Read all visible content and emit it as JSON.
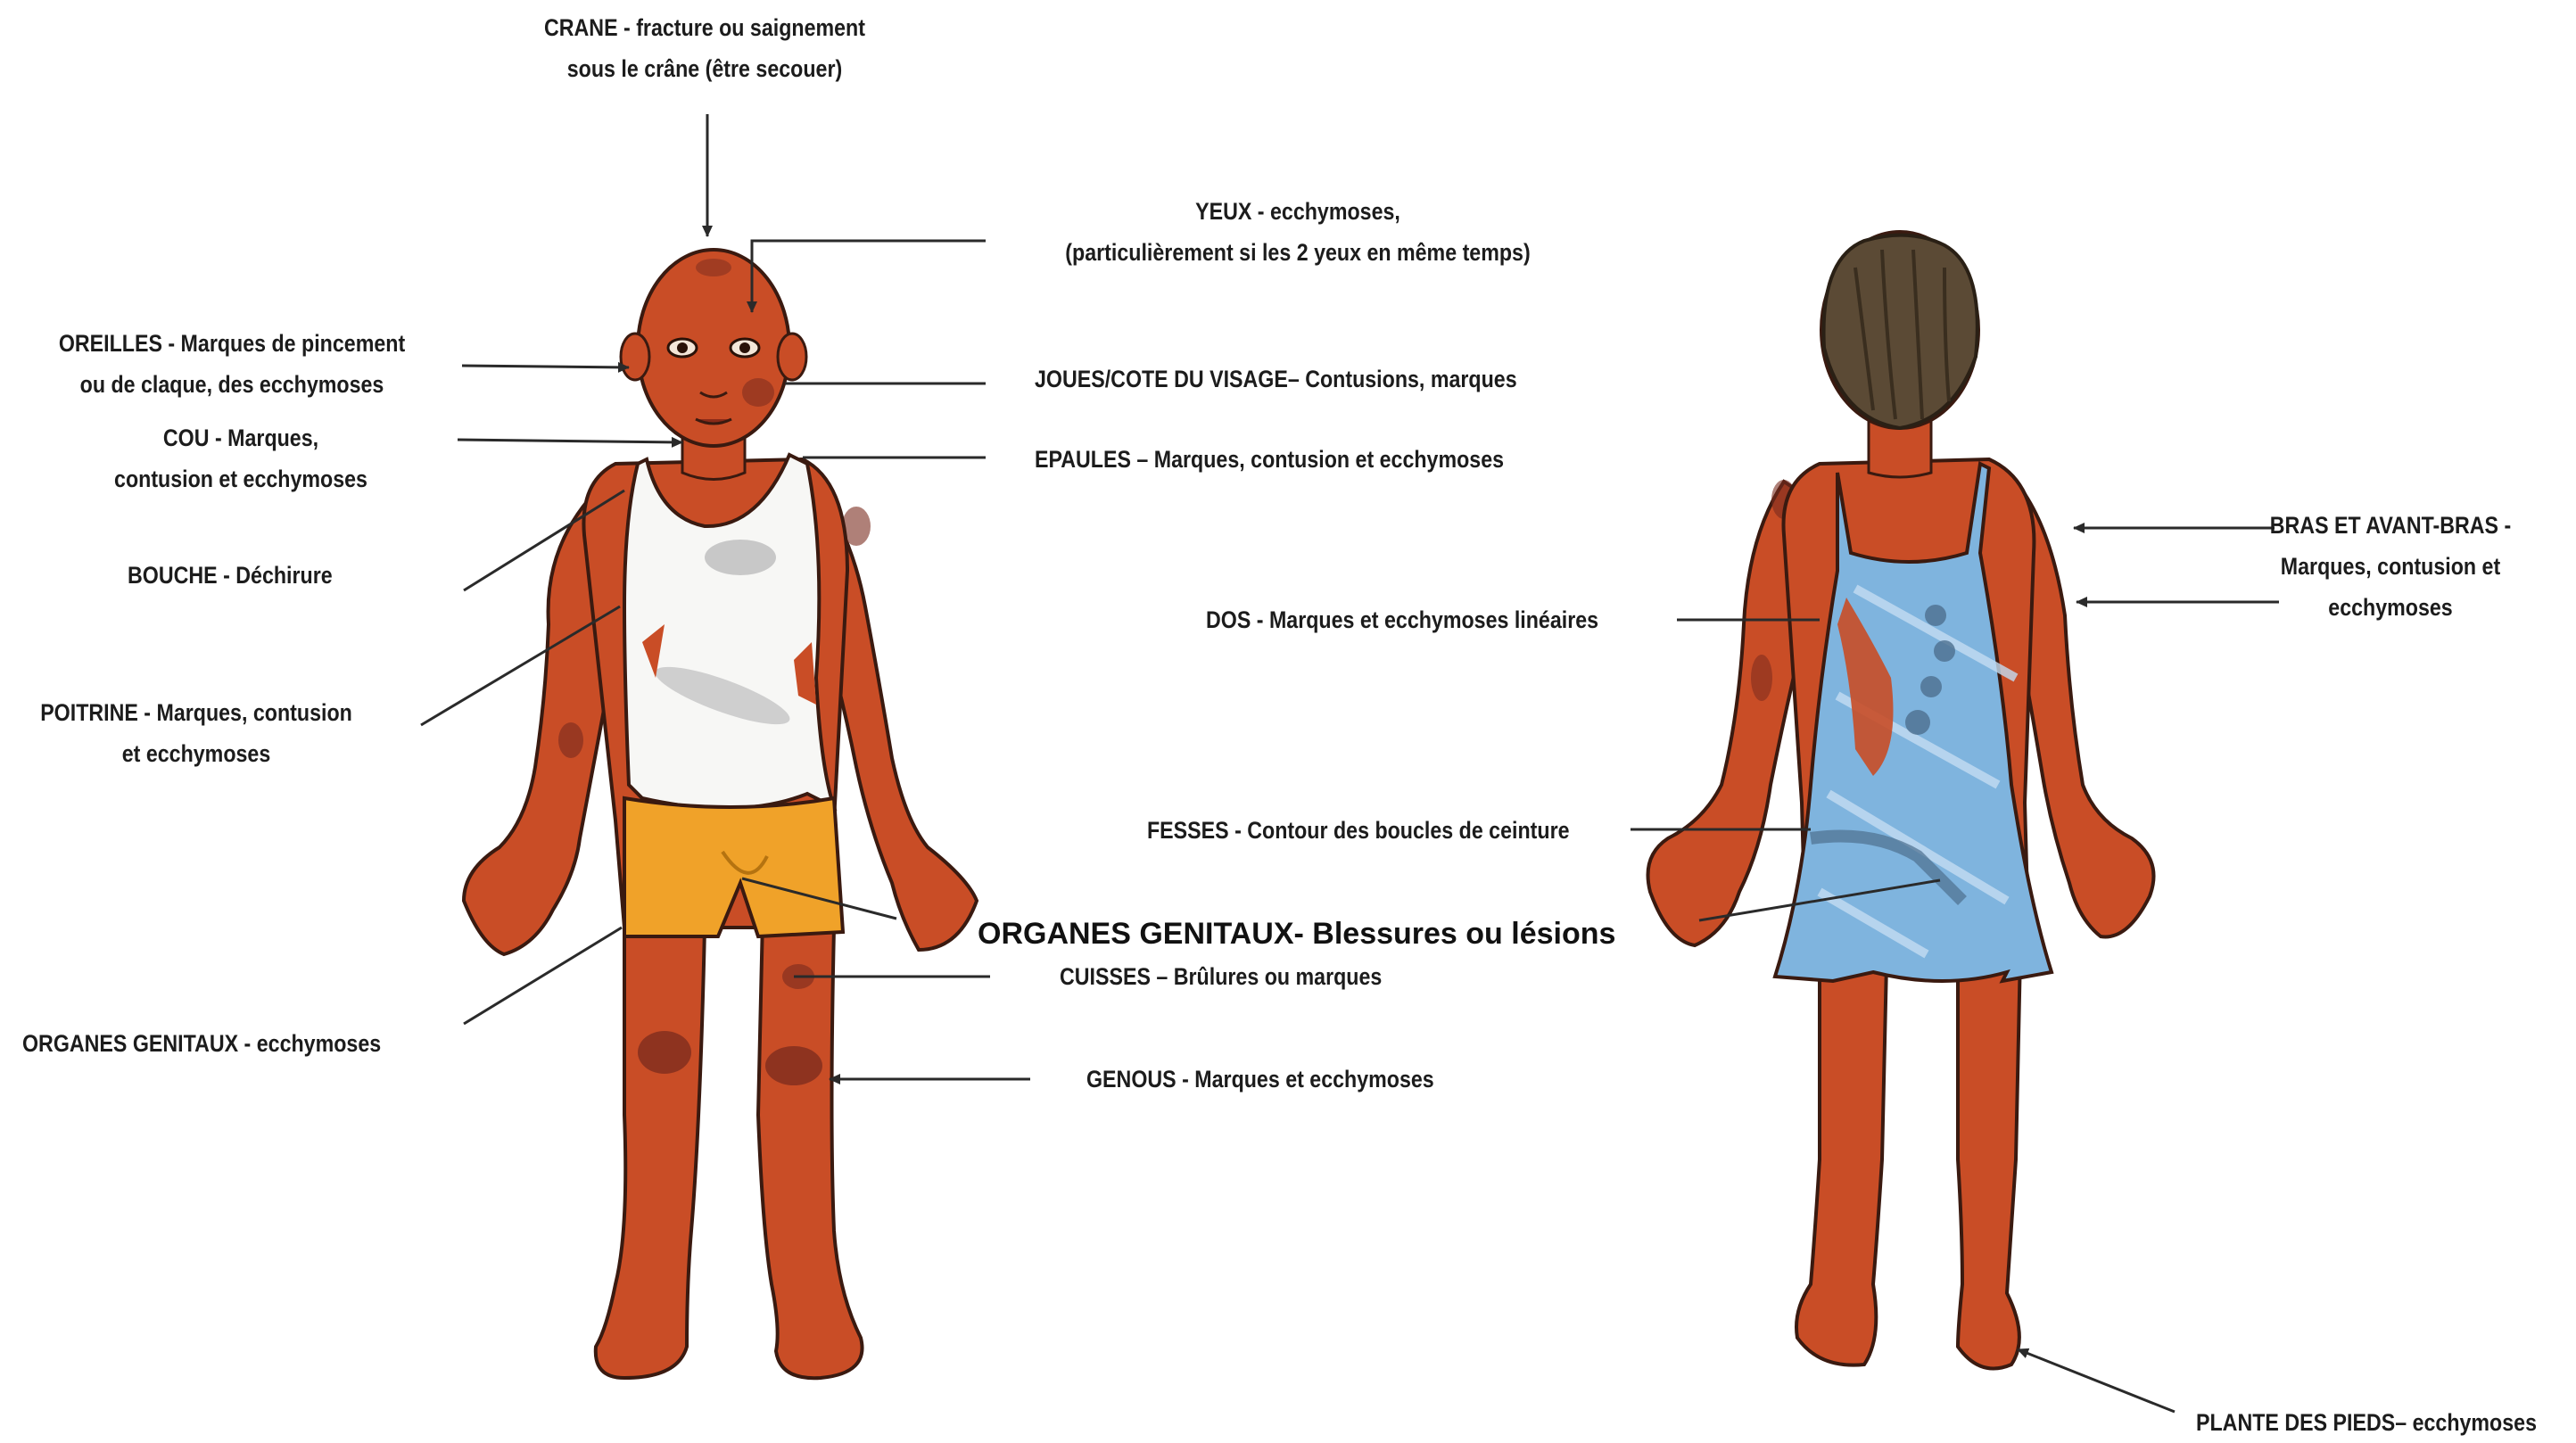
{
  "labels": {
    "crane": [
      "CRANE - fracture ou saignement",
      "sous le crâne (être secouer)"
    ],
    "yeux": [
      "YEUX - ecchymoses,",
      "(particulièrement si les 2 yeux en même temps)"
    ],
    "oreilles": [
      "OREILLES - Marques de pincement",
      "ou de claque, des ecchymoses"
    ],
    "joues": "JOUES/COTE DU VISAGE– Contusions, marques",
    "cou": [
      "COU -  Marques,",
      "contusion et ecchymoses"
    ],
    "epaules": "EPAULES – Marques, contusion et ecchymoses",
    "bouche": "BOUCHE - Déchirure",
    "bras": [
      "BRAS ET AVANT-BRAS -",
      "Marques, contusion et",
      "ecchymoses"
    ],
    "dos": "DOS - Marques et ecchymoses linéaires",
    "poitrine": [
      "POITRINE - Marques, contusion",
      "et ecchymoses"
    ],
    "fesses": "FESSES - Contour des boucles de ceinture",
    "organes_big": "ORGANES GENITAUX- Blessures ou lésions",
    "cuisses": "CUISSES – Brûlures ou marques",
    "organes_front": "ORGANES GENITAUX - ecchymoses",
    "genous": "GENOUS - Marques et ecchymoses",
    "plante": "PLANTE DES PIEDS– ecchymoses"
  },
  "colors": {
    "skin": "#c94d26",
    "skin_shadow": "#9c3318",
    "bruise": "#7a2b1e",
    "shirt": "#f7f7f5",
    "shorts": "#f0a229",
    "dress": "#7fb4de",
    "hair": "#5b4a35",
    "line": "#2a2a2a"
  }
}
